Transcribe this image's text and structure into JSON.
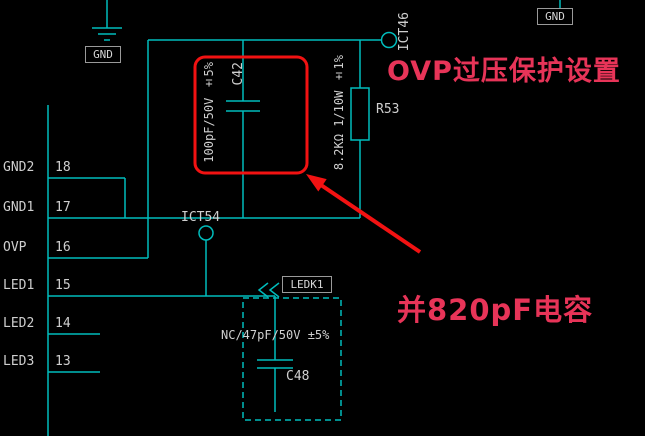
{
  "annotations": {
    "title": "OVP过压保护设置",
    "note": "并820pF电容"
  },
  "ic": {
    "pins": [
      {
        "name": "GND2",
        "number": "18"
      },
      {
        "name": "GND1",
        "number": "17"
      },
      {
        "name": "OVP",
        "number": "16"
      },
      {
        "name": "LED1",
        "number": "15"
      },
      {
        "name": "LED2",
        "number": "14"
      },
      {
        "name": "LED3",
        "number": "13"
      }
    ]
  },
  "components": {
    "c42": {
      "ref": "C42",
      "value": "100pF/50V ±5%"
    },
    "r53": {
      "ref": "R53",
      "value": "8.2KΩ 1/10W ±1%"
    },
    "c48": {
      "ref": "C48",
      "value": "NC/47pF/50V ±5%"
    },
    "tp46": {
      "ref": "ICT46"
    },
    "tp54": {
      "ref": "ICT54"
    },
    "net_ledk1": {
      "ref": "LEDK1"
    },
    "gnd_top_left": {
      "ref": "GND"
    },
    "gnd_top_right": {
      "ref": "GND"
    }
  },
  "colors": {
    "wire": "#00bcbc",
    "annotation_text": "#e73458",
    "highlight": "#f21212",
    "label": "#cfcfcf"
  }
}
